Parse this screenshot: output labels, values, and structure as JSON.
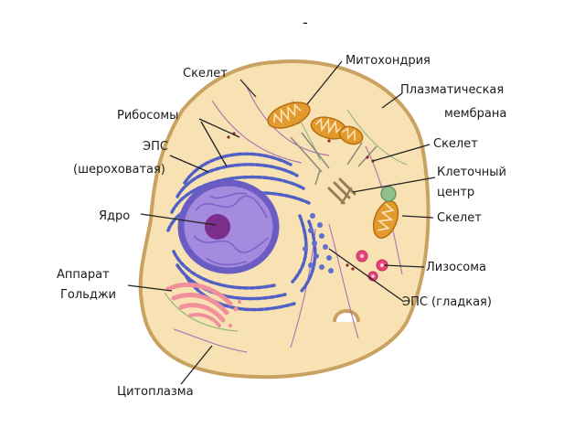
{
  "labels": {
    "skelet_top": "Скелет",
    "mitochondria": "Митохондрия",
    "plasma_membrane_1": "Плазматическая",
    "plasma_membrane_2": "мембрана",
    "ribosomes": "Рибосомы",
    "skelet_right_top": "Скелет",
    "eps_rough_1": "ЭПС",
    "eps_rough_2": "(шероховатая)",
    "cell_center_1": "Клеточный",
    "cell_center_2": "центр",
    "nucleus": "Ядро",
    "skelet_right": "Скелет",
    "lysosome": "Лизосома",
    "golgi_1": "Аппарат",
    "golgi_2": "Гольджи",
    "eps_smooth": "ЭПС (гладкая)",
    "cytoplasm": "Цитоплазма",
    "top_mark": "-"
  },
  "colors": {
    "cytoplasm": "#f8e2b4",
    "membrane": "#c9a262",
    "nucleus_outer": "#6a5cc2",
    "nucleus_inner": "#a58be0",
    "nucleolus": "#7c2e8c",
    "eps": "#5160c4",
    "mitochondria": "#e39a2c",
    "golgi": "#f0909a",
    "lysosome": "#e5457a",
    "centrosome": "#9a7a5a",
    "vesicle": "#8fbf8c",
    "skeleton": "#a060b0"
  }
}
